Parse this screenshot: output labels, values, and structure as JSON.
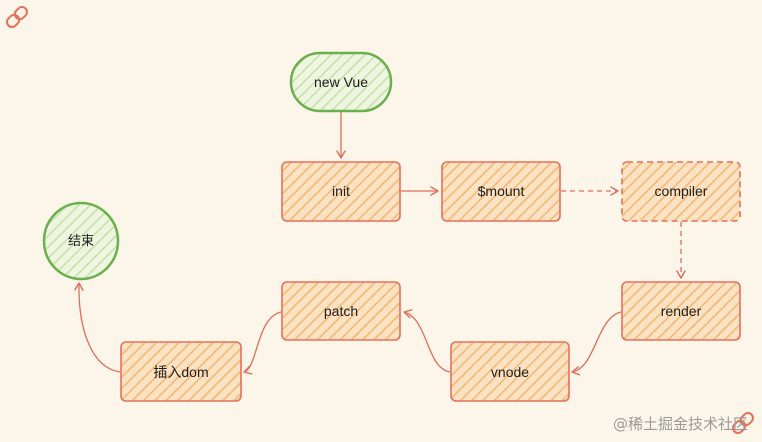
{
  "diagram": {
    "nodes": {
      "new_vue": "new Vue",
      "init": "init",
      "mount": "$mount",
      "compiler": "compiler",
      "render": "render",
      "vnode": "vnode",
      "patch": "patch",
      "insert_dom": "插入dom",
      "end": "结束"
    },
    "colors": {
      "orange_stroke": "#e8705a",
      "orange_fill": "#f8c48a",
      "green_stroke": "#6ab04c",
      "green_fill": "#d7ecc0",
      "arrow": "#e26d5a",
      "background": "#fbf6e9"
    }
  },
  "watermark": "@稀土掘金技术社区",
  "icons": [
    "link-icon",
    "link-icon"
  ]
}
